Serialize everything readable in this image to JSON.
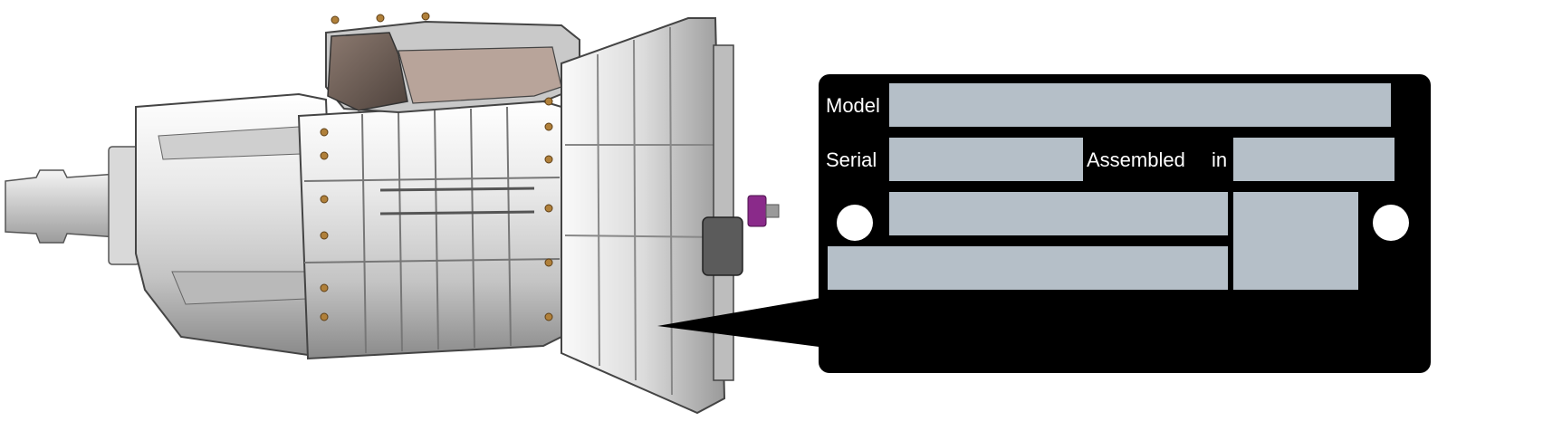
{
  "image": {
    "subject": "transmission-with-id-plate-callout",
    "colors": {
      "plate": "#000000",
      "field": "#b5bfc8",
      "hole": "#ffffff",
      "housing_light": "#f2f2f2",
      "housing_mid": "#c7c7c7",
      "housing_dark": "#6e6e6e",
      "cover_brown": "#6a5a52",
      "bolt": "#b0803a",
      "gear_accent": "#8a2a8a"
    }
  },
  "plate": {
    "labels": {
      "model": "Model",
      "serial": "Serial",
      "assembled": "Assembled",
      "in": "in"
    },
    "fields": [
      {
        "id": "model-field",
        "value": ""
      },
      {
        "id": "serial-field",
        "value": ""
      },
      {
        "id": "assembled-in-field",
        "value": ""
      },
      {
        "id": "blank-field-1",
        "value": ""
      },
      {
        "id": "blank-field-2",
        "value": ""
      },
      {
        "id": "blank-field-3",
        "value": ""
      }
    ]
  }
}
